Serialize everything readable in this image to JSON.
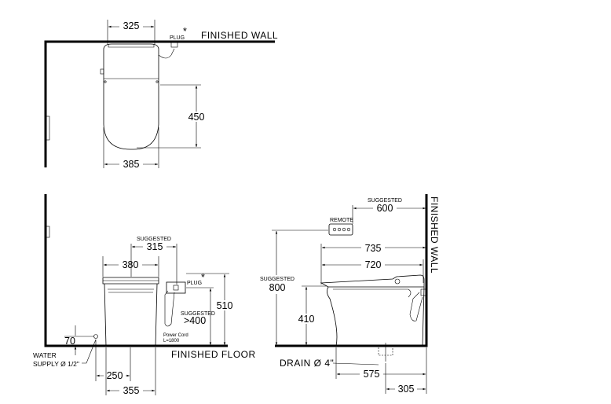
{
  "labels": {
    "finished_wall_top": "FINISHED  WALL",
    "finished_wall_side": "FINISHED  WALL",
    "finished_floor": "FINISHED  FLOOR",
    "plug_top": "PLUG",
    "plug_front": "PLUG",
    "asterisk": "*",
    "remote": "REMOTE",
    "suggested": "SUGGESTED",
    "water_supply_line1": "WATER",
    "water_supply_line2": "SUPPLY Ø 1/2\"",
    "power_cord_line1": "Power Cord",
    "power_cord_line2": "L=1800",
    "drain": "DRAIN Ø 4\""
  },
  "dimensions": {
    "top_width": "325",
    "top_depth": "450",
    "top_bottom_width": "385",
    "front_width": "380",
    "front_suggested_315": "315",
    "front_height": "510",
    "front_suggested_400": ">400",
    "water_height": "70",
    "water_offset": "250",
    "front_base_width": "355",
    "side_suggested_600": "600",
    "side_suggested_800": "800",
    "side_length_735": "735",
    "side_length_720": "720",
    "side_seat_height": "410",
    "side_drain_575": "575",
    "side_wall_305": "305"
  }
}
